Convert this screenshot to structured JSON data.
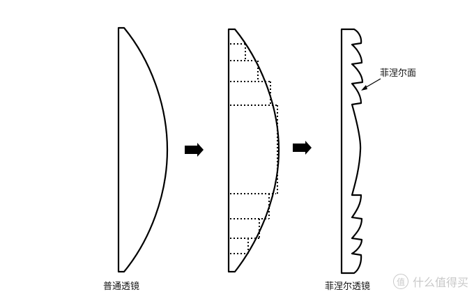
{
  "labels": {
    "ordinary_lens": "普通透镜",
    "fresnel_lens": "菲涅尔透镜",
    "fresnel_surface": "菲涅尔面"
  },
  "watermark": {
    "badge": "值",
    "text": "什么值得买"
  }
}
